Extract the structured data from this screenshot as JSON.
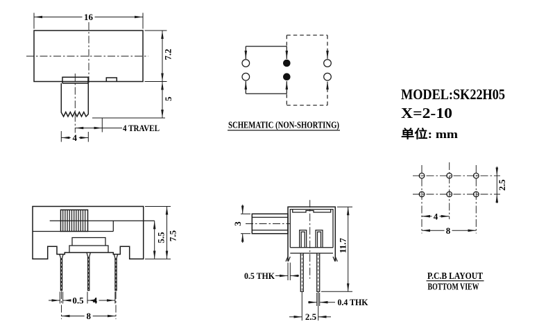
{
  "top_view": {
    "dim_width": "16",
    "dim_height": "7.2",
    "dim_knob": "5",
    "dim_travel": "4 TRAVEL",
    "dim_knob_width": "4"
  },
  "schematic": {
    "label": "SCHEMATIC (NON-SHORTING)"
  },
  "title": {
    "model": "MODEL:SK22H05",
    "range": "X=2-10",
    "unit": "单位: mm"
  },
  "front_view": {
    "dim_total_height": "7.5",
    "dim_body_height": "5.5",
    "dim_pin_width": "0.5",
    "dim_pin_pitch": "4",
    "dim_pin_span": "8"
  },
  "side_view": {
    "dim_knob": "3",
    "dim_total": "11.7",
    "dim_wall": "0.5 THK",
    "dim_pin": "0.4 THK",
    "dim_pitch": "2.5"
  },
  "pcb_view": {
    "label1": "P.C.B LAYOUT",
    "label2": "BOTTOM VIEW",
    "dim_row": "2.5",
    "dim_col": "4",
    "dim_span": "8"
  }
}
